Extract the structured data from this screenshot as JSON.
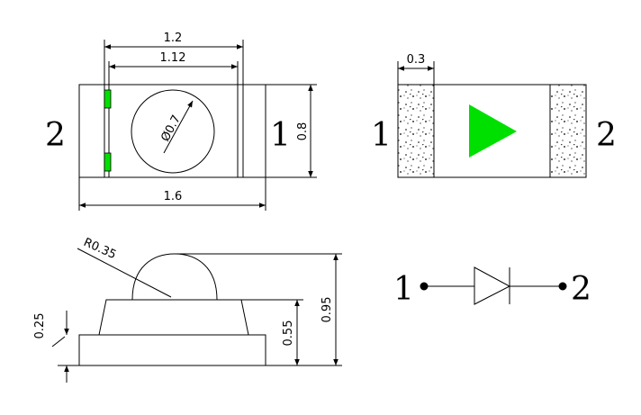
{
  "top_view": {
    "dim_outer_width": "1.2",
    "dim_inner_width": "1.12",
    "dim_diameter": "Ø0.7",
    "dim_height": "0.8",
    "dim_length": "1.6",
    "pin_left": "2",
    "pin_right": "1",
    "pad_color": "#00e000"
  },
  "bottom_view": {
    "dim_pad_width": "0.3",
    "pin_left": "1",
    "pin_right": "2",
    "triangle_color": "#00e000"
  },
  "side_view": {
    "dim_radius": "R0.35",
    "dim_base_height": "0.25",
    "dim_body_height": "0.55",
    "dim_total_height": "0.95"
  },
  "schematic": {
    "pin_left": "1",
    "pin_right": "2"
  }
}
